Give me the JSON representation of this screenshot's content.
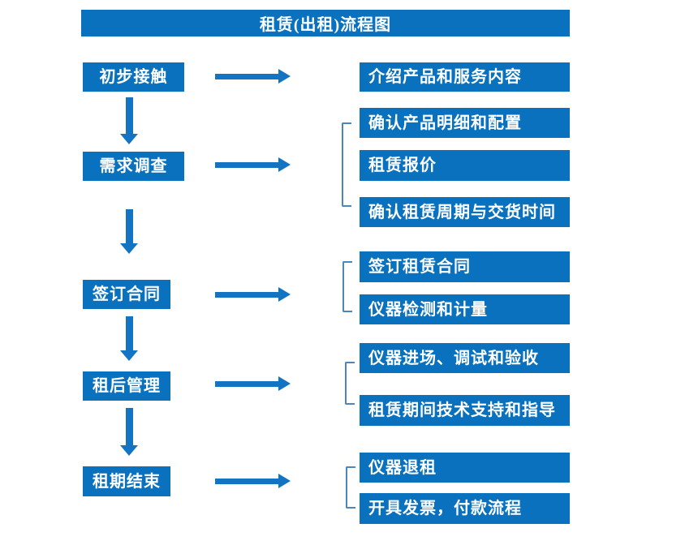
{
  "title": "租赁(出租)流程图",
  "colors": {
    "primary": "#0971BE",
    "arrow": "#1374C4",
    "bracket": "#4B87BD",
    "text": "#FFFFFF",
    "background": "#FFFFFF"
  },
  "left_steps": [
    {
      "label": "初步接触"
    },
    {
      "label": "需求调查"
    },
    {
      "label": "签订合同"
    },
    {
      "label": "租后管理"
    },
    {
      "label": "租期结束"
    }
  ],
  "right_steps": [
    {
      "label": "介绍产品和服务内容"
    },
    {
      "label": "确认产品明细和配置"
    },
    {
      "label": "租赁报价"
    },
    {
      "label": "确认租赁周期与交货时间"
    },
    {
      "label": "签订租赁合同"
    },
    {
      "label": "仪器检测和计量"
    },
    {
      "label": "仪器进场、调试和验收"
    },
    {
      "label": "租赁期间技术支持和指导"
    },
    {
      "label": "仪器退租"
    },
    {
      "label": "开具发票，付款流程"
    }
  ],
  "connections": [
    {
      "from": "初步接触",
      "to": [
        "介绍产品和服务内容"
      ]
    },
    {
      "from": "需求调查",
      "to": [
        "确认产品明细和配置",
        "租赁报价",
        "确认租赁周期与交货时间"
      ]
    },
    {
      "from": "签订合同",
      "to": [
        "签订租赁合同",
        "仪器检测和计量"
      ]
    },
    {
      "from": "租后管理",
      "to": [
        "仪器进场、调试和验收",
        "租赁期间技术支持和指导"
      ]
    },
    {
      "from": "租期结束",
      "to": [
        "仪器退租",
        "开具发票，付款流程"
      ]
    }
  ]
}
